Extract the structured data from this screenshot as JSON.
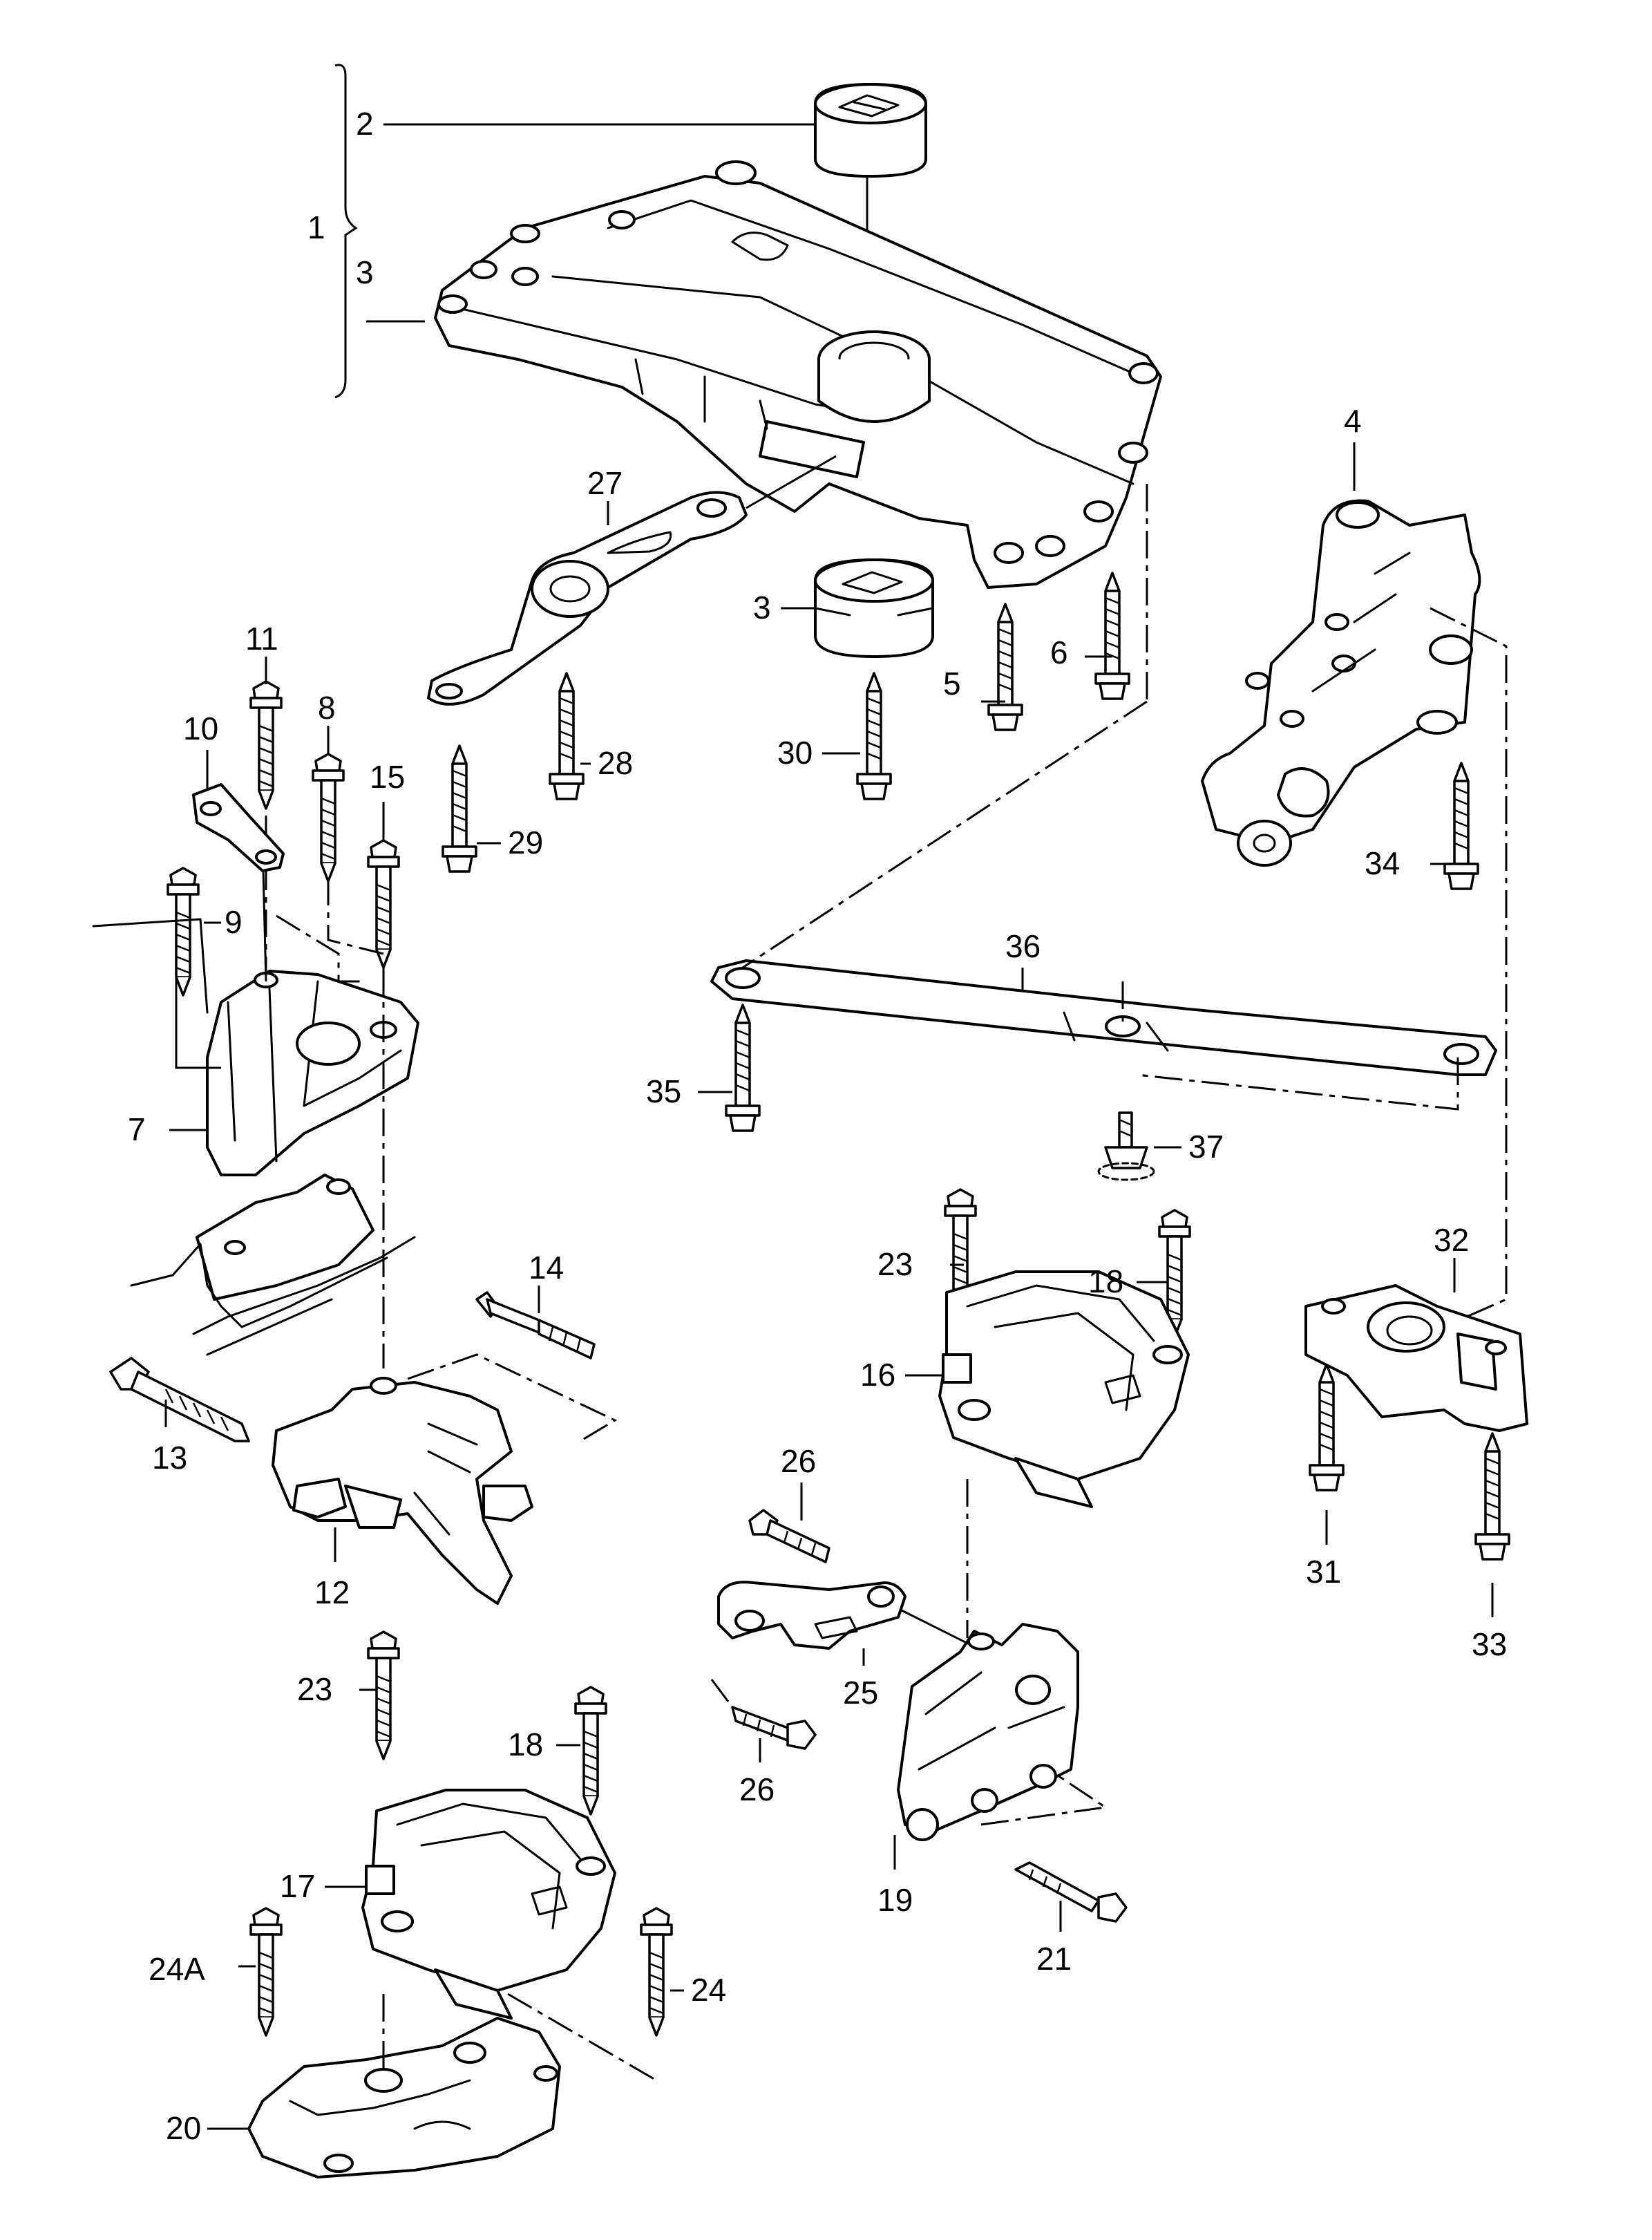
{
  "colors": {
    "line": "#000000",
    "background": "#ffffff"
  },
  "callouts": {
    "c1": "1",
    "c2": "2",
    "c3a": "3",
    "c3b": "3",
    "c4": "4",
    "c5": "5",
    "c6": "6",
    "c7": "7",
    "c8": "8",
    "c9": "9",
    "c10": "10",
    "c11": "11",
    "c12": "12",
    "c13": "13",
    "c14": "14",
    "c15": "15",
    "c16": "16",
    "c17": "17",
    "c18a": "18",
    "c18b": "18",
    "c19": "19",
    "c20": "20",
    "c21": "21",
    "c23a": "23",
    "c23b": "23",
    "c24": "24",
    "c24A": "24A",
    "c25": "25",
    "c26a": "26",
    "c26b": "26",
    "c27": "27",
    "c28": "28",
    "c29": "29",
    "c30": "30",
    "c31": "31",
    "c32": "32",
    "c33": "33",
    "c34": "34",
    "c35": "35",
    "c36": "36",
    "c37": "37"
  }
}
